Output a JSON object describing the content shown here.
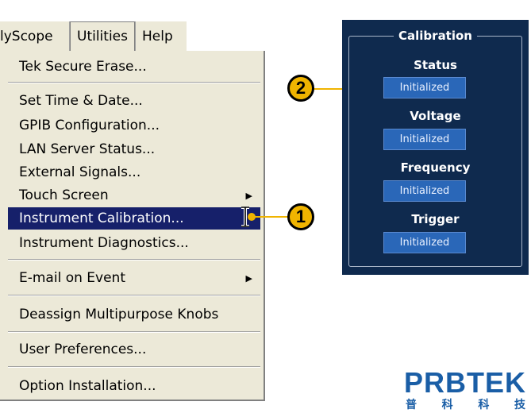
{
  "menubar": {
    "items": [
      {
        "label": "lyScope"
      },
      {
        "label": "Utilities"
      },
      {
        "label": "Help"
      }
    ]
  },
  "menu": {
    "items": [
      {
        "label": "Tek Secure Erase..."
      },
      {
        "label": "Set Time & Date..."
      },
      {
        "label": "GPIB Configuration..."
      },
      {
        "label": "LAN Server Status..."
      },
      {
        "label": "External Signals..."
      },
      {
        "label": "Touch Screen"
      },
      {
        "label": "Instrument Calibration..."
      },
      {
        "label": "Instrument Diagnostics..."
      },
      {
        "label": "E-mail on Event"
      },
      {
        "label": "Deassign Multipurpose Knobs"
      },
      {
        "label": "User Preferences..."
      },
      {
        "label": "Option Installation..."
      }
    ],
    "submenu_arrow": "▶",
    "highlighted": "Instrument Calibration..."
  },
  "callouts": [
    {
      "label": "1"
    },
    {
      "label": "2"
    }
  ],
  "calibration": {
    "title": "Calibration",
    "rows": [
      {
        "label": "Status",
        "value": "Initialized"
      },
      {
        "label": "Voltage",
        "value": "Initialized"
      },
      {
        "label": "Frequency",
        "value": "Initialized"
      },
      {
        "label": "Trigger",
        "value": "Initialized"
      }
    ]
  },
  "logo": {
    "brand": "PRBTEK",
    "cn": [
      "普",
      "科",
      "科",
      "技"
    ]
  },
  "colors": {
    "menu_bg": "#ece9d8",
    "highlight": "#16206a",
    "panel_bg": "#0f2a4e",
    "status_box": "#2a67b8",
    "callout": "#f0b400",
    "logo": "#1a5ea6"
  }
}
